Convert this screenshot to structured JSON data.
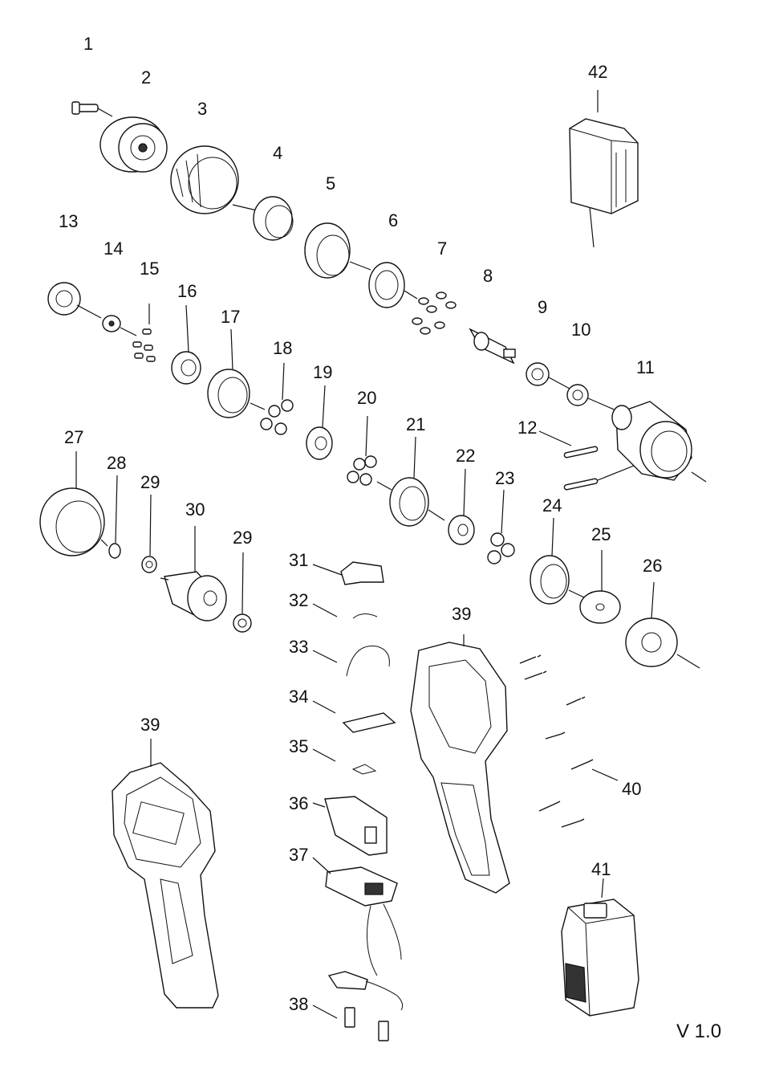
{
  "diagram": {
    "version": "V 1.0",
    "labels": {
      "p1": "1",
      "p2": "2",
      "p3": "3",
      "p4": "4",
      "p5": "5",
      "p6": "6",
      "p7": "7",
      "p8": "8",
      "p9": "9",
      "p10": "10",
      "p11": "11",
      "p12": "12",
      "p13": "13",
      "p14": "14",
      "p15": "15",
      "p16": "16",
      "p17": "17",
      "p18": "18",
      "p19": "19",
      "p20": "20",
      "p21": "21",
      "p22": "22",
      "p23": "23",
      "p24": "24",
      "p25": "25",
      "p26": "26",
      "p27": "27",
      "p28": "28",
      "p29a": "29",
      "p29b": "29",
      "p30": "30",
      "p31": "31",
      "p32": "32",
      "p33": "33",
      "p34": "34",
      "p35": "35",
      "p36": "36",
      "p37": "37",
      "p38": "38",
      "p39a": "39",
      "p39b": "39",
      "p40": "40",
      "p41": "41",
      "p42": "42"
    }
  }
}
